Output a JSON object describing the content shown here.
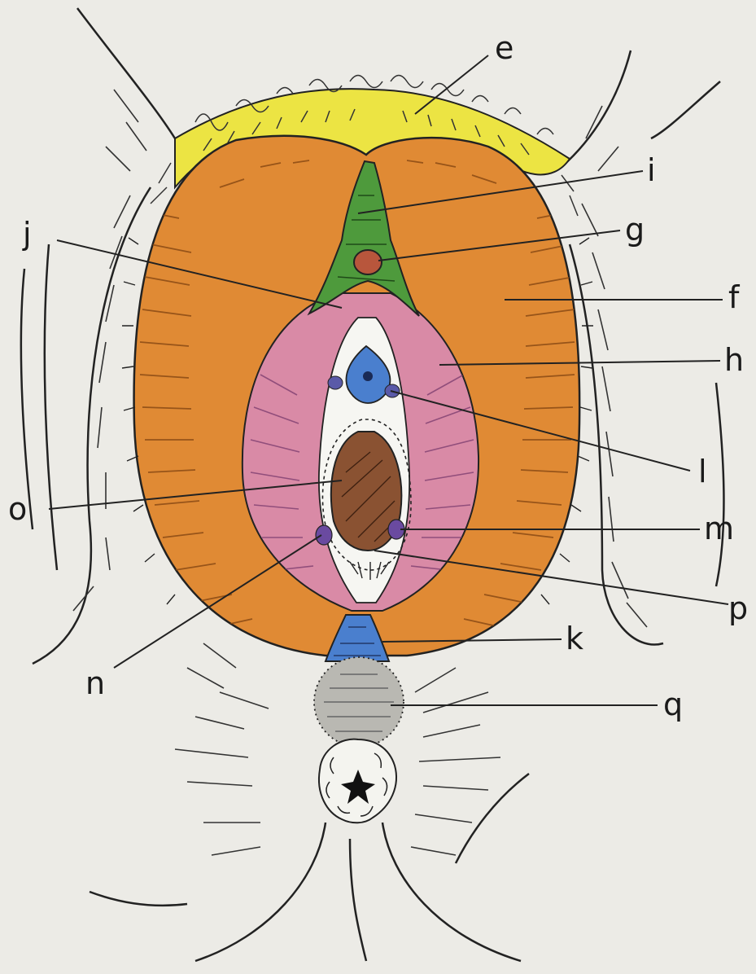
{
  "labels": {
    "e": "e",
    "i": "i",
    "g": "g",
    "j": "j",
    "f": "f",
    "h": "h",
    "l": "l",
    "o": "o",
    "m": "m",
    "p": "p",
    "n": "n",
    "k": "k",
    "q": "q"
  },
  "colors": {
    "paper": "#ecebe6",
    "mons_yellow": "#ece443",
    "labia_majora_orange": "#e08a34",
    "labia_minora_pink": "#d98aa6",
    "clitoral_hood_green": "#4e9a3c",
    "vestibule_blue": "#4a7fce",
    "vaginal_opening_brown": "#8a5232",
    "perineum_gray": "#b9b8b2",
    "ink": "#1a1a1a"
  }
}
